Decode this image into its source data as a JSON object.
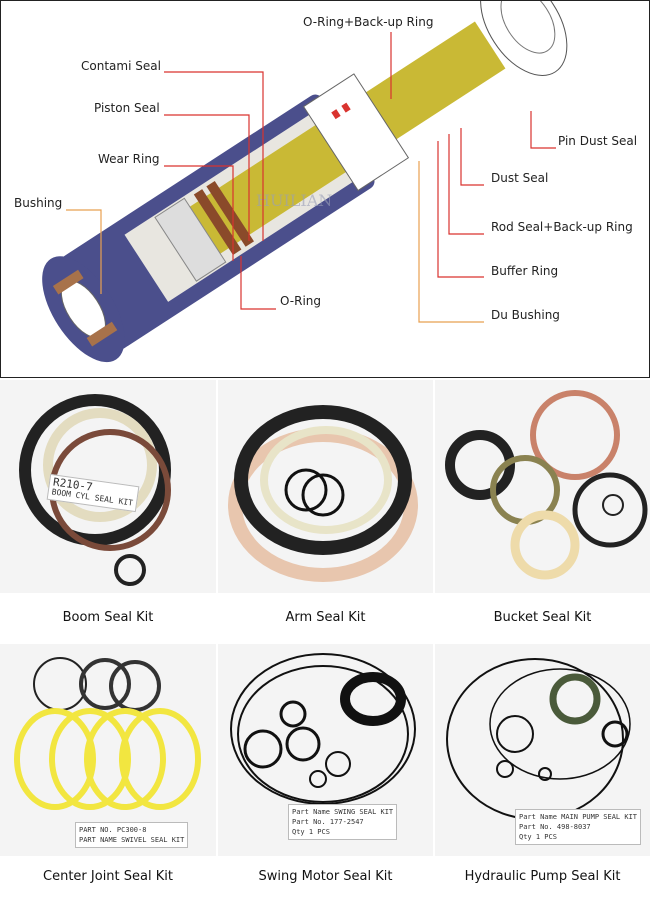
{
  "diagram": {
    "labels": {
      "oring_backup": "O-Ring+Back-up Ring",
      "contami_seal": "Contami Seal",
      "piston_seal": "Piston Seal",
      "wear_ring": "Wear Ring",
      "bushing": "Bushing",
      "oring": "O-Ring",
      "pin_dust_seal": "Pin Dust Seal",
      "dust_seal": "Dust Seal",
      "rod_seal_backup": "Rod Seal+Back-up Ring",
      "buffer_ring": "Buffer Ring",
      "du_bushing": "Du Bushing"
    },
    "watermark": "HUILIAN",
    "colors": {
      "barrel": "#4b4f8c",
      "rod": "#c9b935",
      "leader_red": "#d9332f",
      "leader_orange": "#e8a050"
    }
  },
  "kits": [
    {
      "caption": "Boom Seal Kit",
      "tag": [
        "R210-7",
        "BOOM CYL SEAL KIT"
      ]
    },
    {
      "caption": "Arm Seal Kit"
    },
    {
      "caption": "Bucket Seal Kit"
    },
    {
      "caption": "Center Joint Seal Kit",
      "tag": [
        "PART NO. PC300-8",
        "PART NAME SWIVEL SEAL KIT"
      ]
    },
    {
      "caption": "Swing Motor Seal Kit",
      "tag": [
        "Part Name SWING SEAL KIT",
        "Part No. 177-2547",
        "Qty 1 PCS"
      ]
    },
    {
      "caption": "Hydraulic Pump Seal Kit",
      "tag": [
        "Part Name MAIN PUMP SEAL KIT",
        "Part No. 498-8037",
        "Qty 1 PCS"
      ]
    }
  ]
}
